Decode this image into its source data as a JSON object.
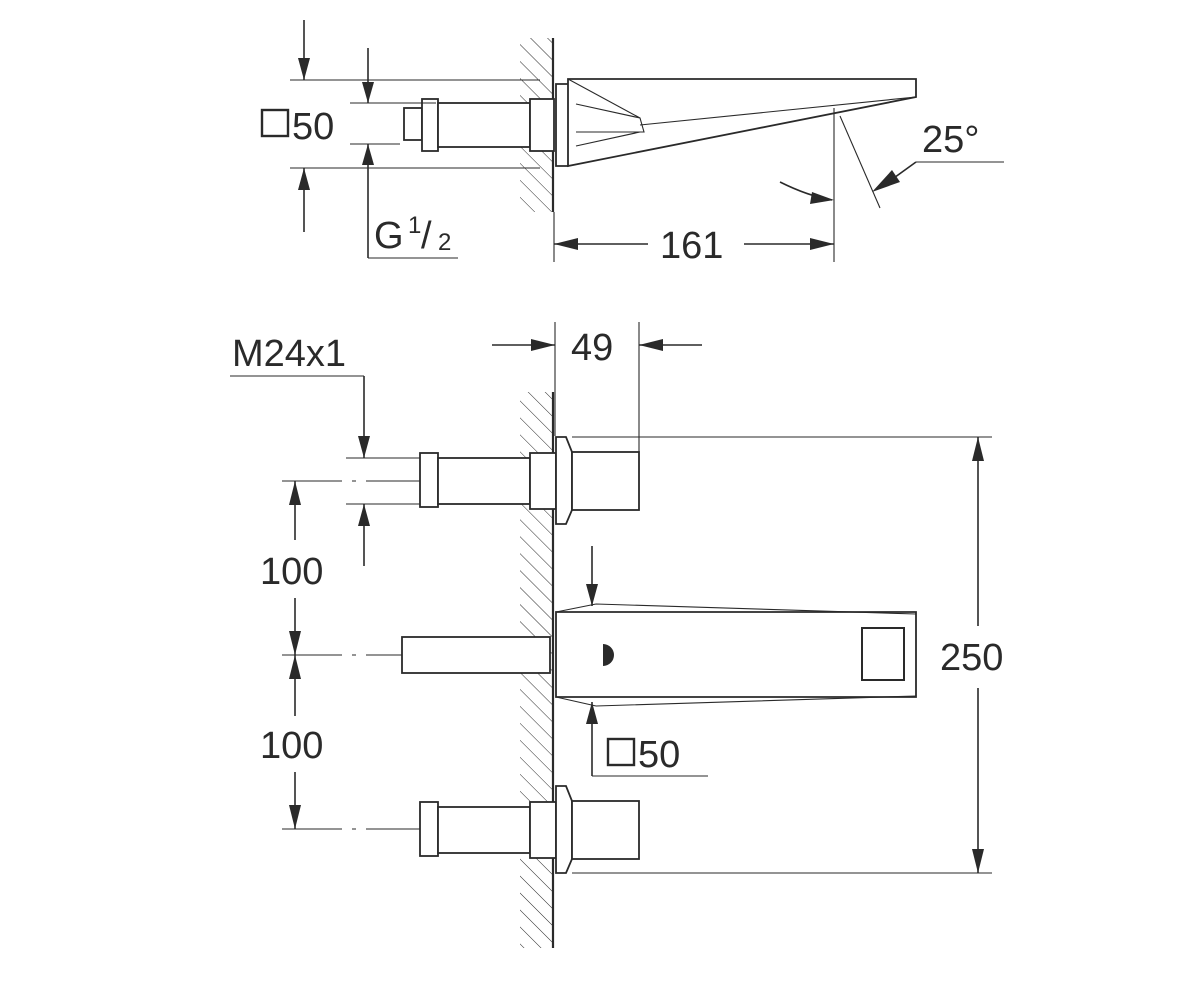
{
  "top_view": {
    "square_label": "50",
    "thread_label": "G",
    "thread_fraction_num": "1",
    "thread_fraction_sep": "/",
    "thread_fraction_den": "2",
    "projection_label": "161",
    "angle_label": "25°"
  },
  "front_view": {
    "thread_label": "M24x1",
    "depth_label": "49",
    "spacing_upper_label": "100",
    "spacing_lower_label": "100",
    "height_label": "250",
    "square_label": "50"
  },
  "colors": {
    "line": "#2a2a2a",
    "background": "#ffffff"
  }
}
